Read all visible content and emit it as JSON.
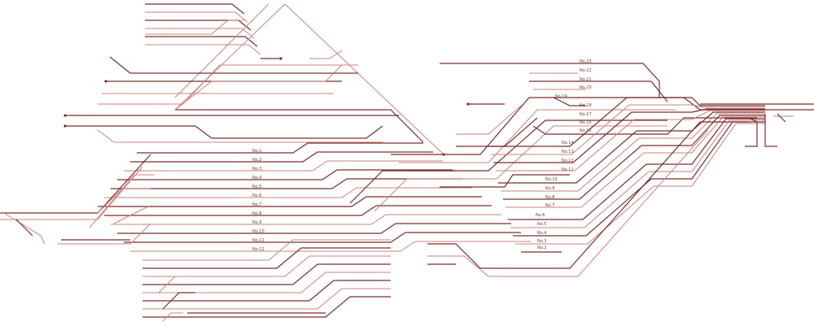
{
  "diagram": {
    "colors": {
      "track_dark": "#7a2d2d",
      "track_light": "#c98383",
      "label": "#6b3a3a"
    },
    "left_station_labels": [
      "No.1",
      "No.2",
      "No.3",
      "No.4",
      "No.5",
      "No.6",
      "No.7",
      "No.8",
      "No.9",
      "No.10",
      "No.11",
      "No.12"
    ],
    "right_station_labels": [
      "No.23",
      "No.22",
      "No.21",
      "No.20",
      "No.19",
      "No.18",
      "No.17",
      "No.16",
      "No.15",
      "No.14",
      "No.13",
      "No.12",
      "No.11",
      "No.10",
      "No.9",
      "No.8",
      "No.7",
      "No.6",
      "No.5",
      "No.4",
      "No.3",
      "No.2"
    ]
  }
}
